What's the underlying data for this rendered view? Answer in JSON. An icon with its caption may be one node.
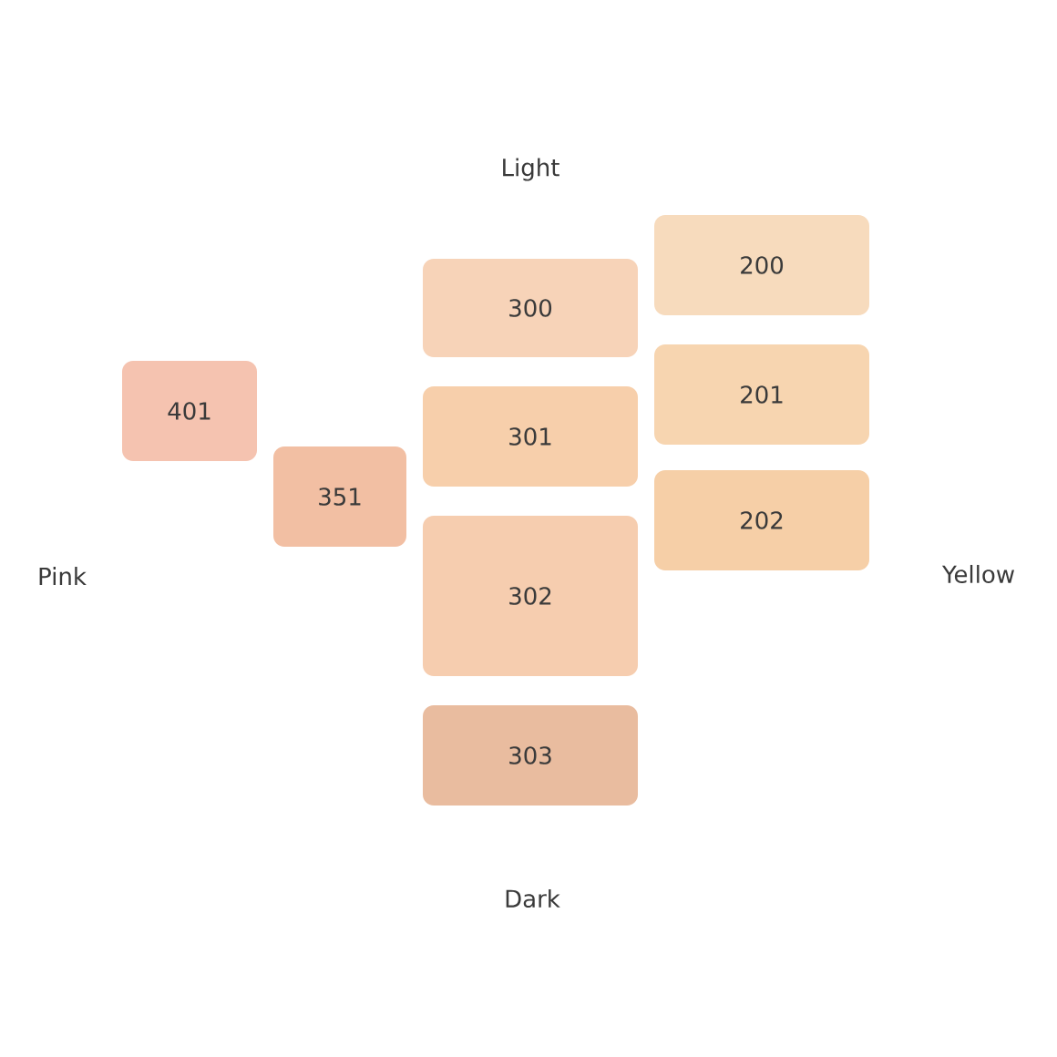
{
  "diagram": {
    "nodes": [
      {
        "text": [
          "401"
        ]
      },
      {
        "text": [
          "351"
        ]
      },
      {
        "text": [
          "300"
        ]
      },
      {
        "text": [
          "301"
        ]
      },
      {
        "text": [
          "302"
        ]
      },
      {
        "text": [
          "303"
        ]
      },
      {
        "text": [
          "200"
        ]
      },
      {
        "text": [
          "201"
        ]
      },
      {
        "text": [
          "202"
        ]
      }
    ],
    "labels": [
      "Light",
      "Pink",
      "Yellow",
      "Dark"
    ]
  }
}
